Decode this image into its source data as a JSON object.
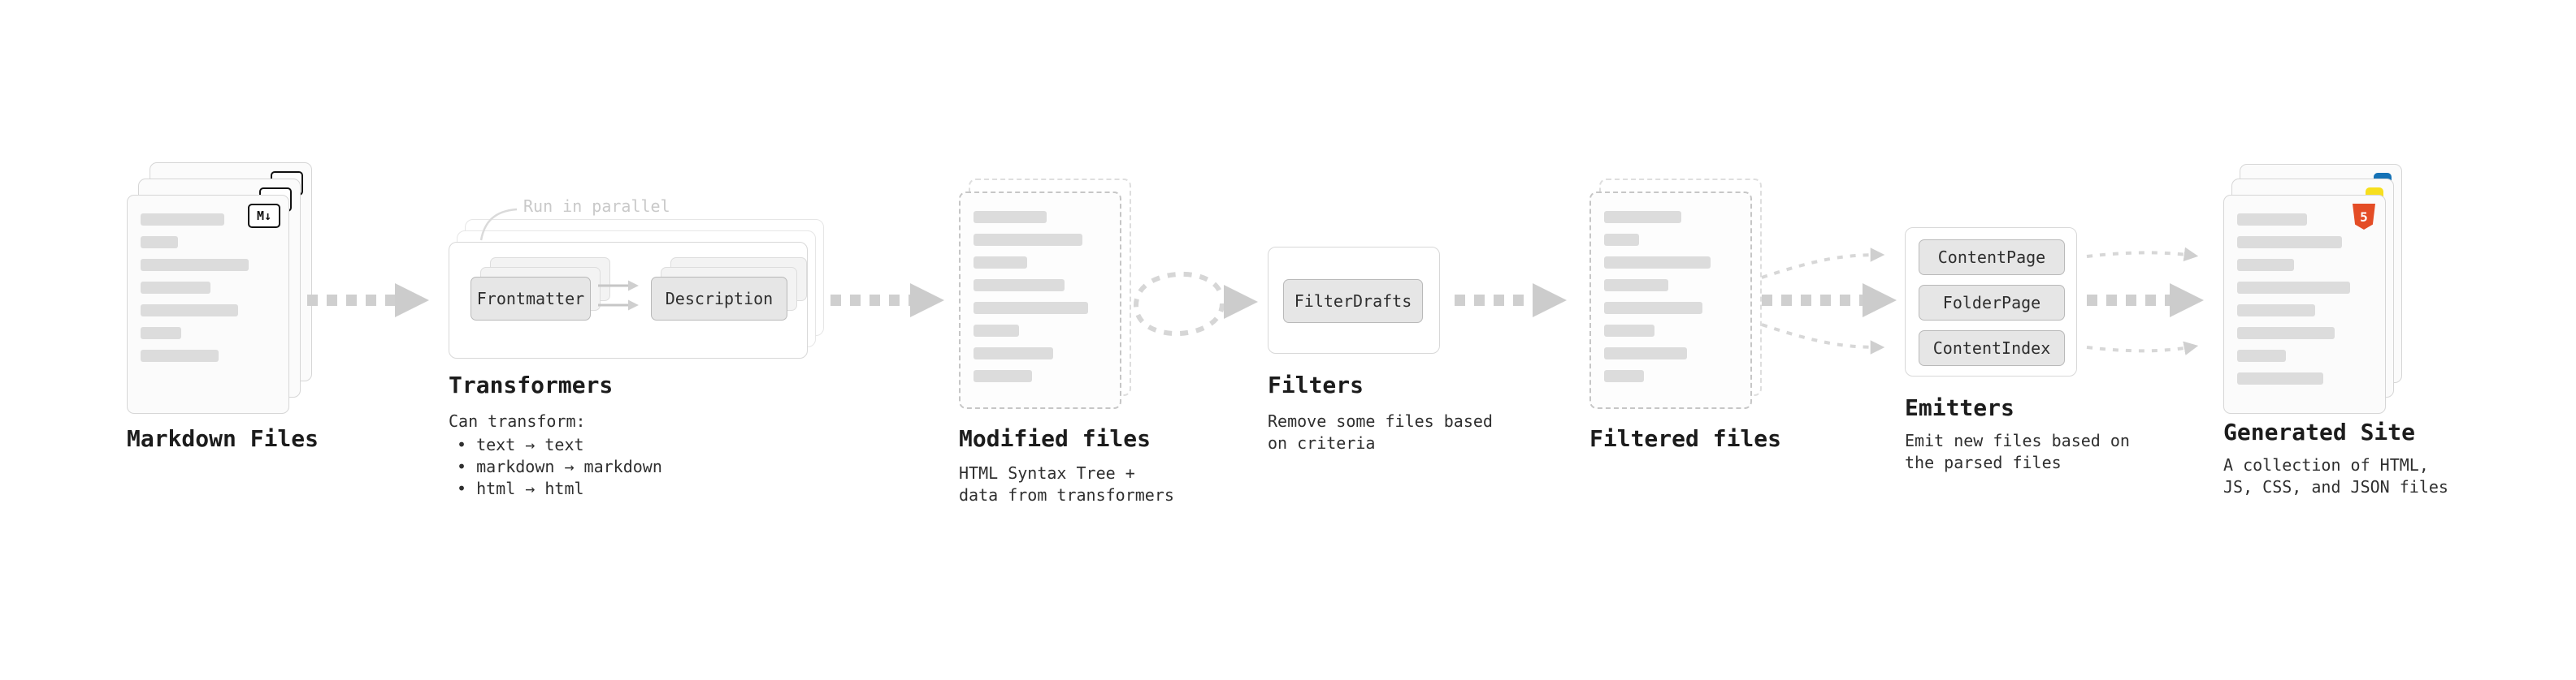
{
  "pipeline": {
    "markdown_files": {
      "label": "Markdown Files",
      "badge": "M↓"
    },
    "transformers": {
      "label": "Transformers",
      "note": "Run in parallel",
      "chips": [
        "Frontmatter",
        "Description"
      ],
      "desc_title": "Can transform:",
      "bullets": [
        "• text → text",
        "• markdown → markdown",
        "• html → html"
      ]
    },
    "modified_files": {
      "label": "Modified files",
      "desc": [
        "HTML Syntax Tree +",
        "data from transformers"
      ]
    },
    "filters": {
      "label": "Filters",
      "chip": "FilterDrafts",
      "desc": [
        "Remove some files based",
        "on criteria"
      ]
    },
    "filtered_files": {
      "label": "Filtered files"
    },
    "emitters": {
      "label": "Emitters",
      "chips": [
        "ContentPage",
        "FolderPage",
        "ContentIndex"
      ],
      "desc": [
        "Emit new files based on",
        "the parsed files"
      ]
    },
    "generated_site": {
      "label": "Generated Site",
      "badge": "5",
      "desc": [
        "A collection of HTML,",
        "JS, CSS, and JSON files"
      ]
    },
    "colors": {
      "arrow_gray": "#cfcfcf",
      "html5_orange": "#e44d26",
      "css_blue": "#1572b6",
      "js_yellow": "#f7df1e"
    }
  }
}
